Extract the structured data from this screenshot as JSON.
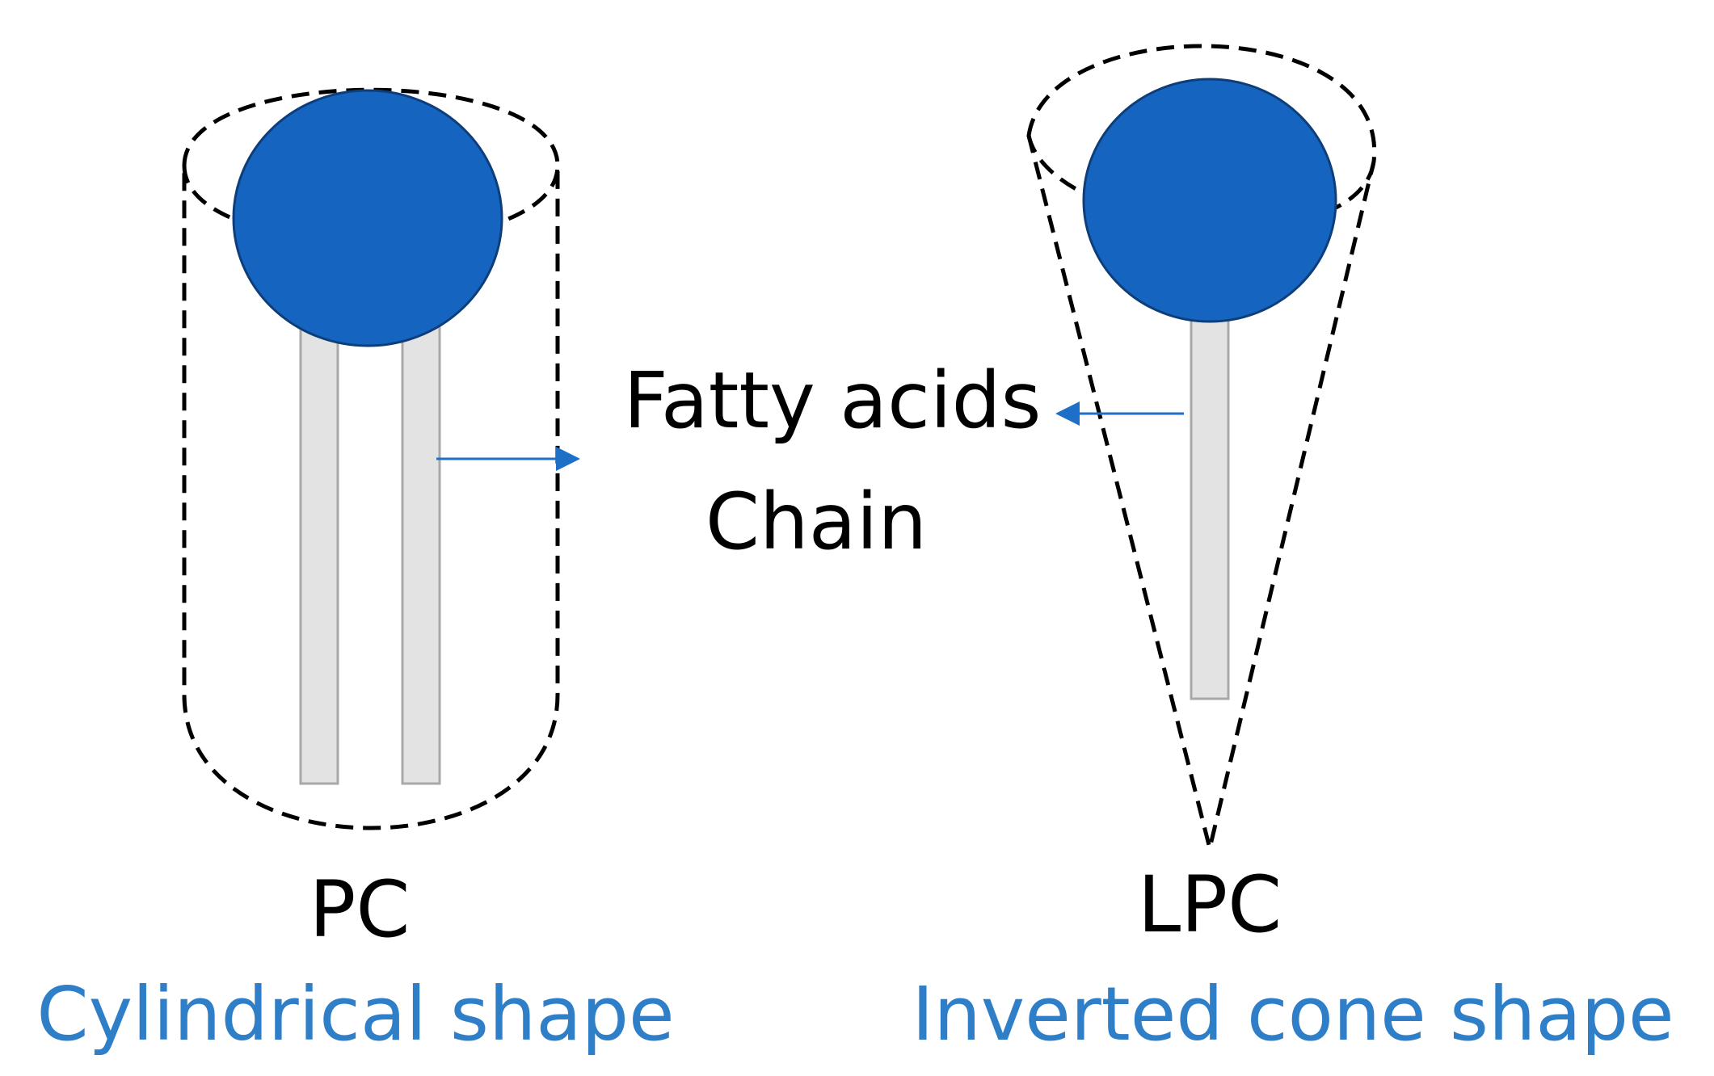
{
  "diagram": {
    "molecules": [
      {
        "id": "pc",
        "name": "PC",
        "shape_label": "Cylindrical shape",
        "tail_count": 2
      },
      {
        "id": "lpc",
        "name": "LPC",
        "shape_label": "Inverted cone shape",
        "tail_count": 1
      }
    ],
    "center_label": {
      "line1": "Fatty acids",
      "line2": "Chain"
    },
    "colors": {
      "head": "#1565c0",
      "head_stroke": "#0d3e7a",
      "tail_fill": "#e3e3e3",
      "tail_stroke": "#a8a8a8",
      "outline": "#000000",
      "arrow": "#1e6fc8",
      "caption_black": "#000000",
      "caption_blue": "#2f7fc8"
    }
  }
}
